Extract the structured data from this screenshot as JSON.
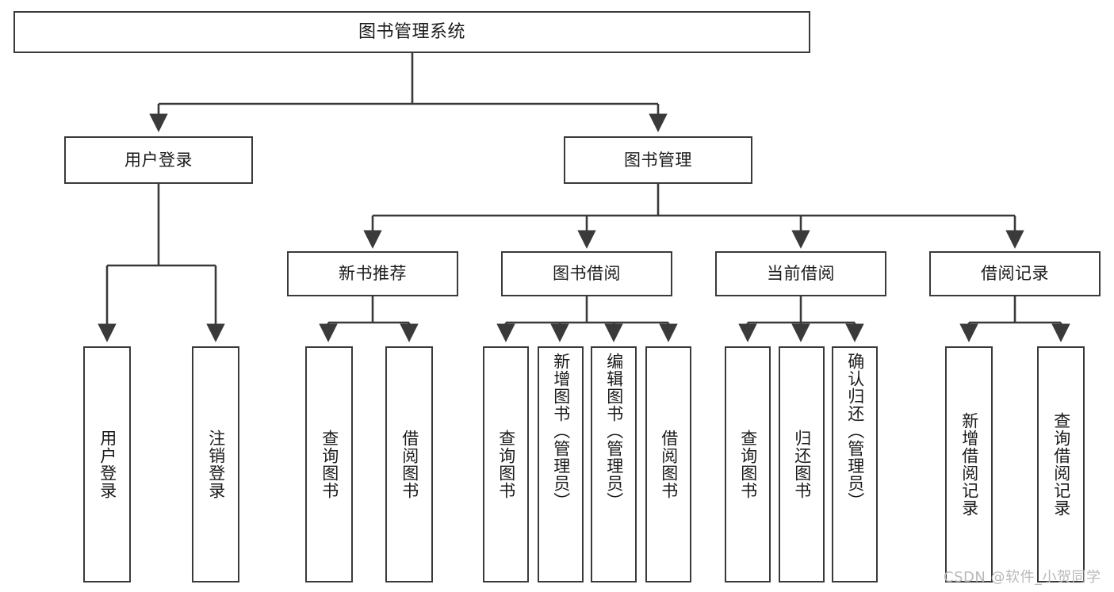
{
  "diagram": {
    "title": "图书管理系统",
    "type": "功能结构图",
    "root": {
      "label": "图书管理系统"
    },
    "level2": [
      {
        "label": "用户登录"
      },
      {
        "label": "图书管理"
      }
    ],
    "level3": [
      {
        "label": "新书推荐"
      },
      {
        "label": "图书借阅"
      },
      {
        "label": "当前借阅"
      },
      {
        "label": "借阅记录"
      }
    ],
    "leaves": {
      "user_login": [
        {
          "label": "用户登录"
        },
        {
          "label": "注销登录"
        }
      ],
      "new_book_recommend": [
        {
          "label": "查询图书"
        },
        {
          "label": "借阅图书"
        }
      ],
      "book_borrow": [
        {
          "label": "查询图书"
        },
        {
          "label": "新增图书（管理员）"
        },
        {
          "label": "编辑图书（管理员）"
        },
        {
          "label": "借阅图书"
        }
      ],
      "current_borrow": [
        {
          "label": "查询图书"
        },
        {
          "label": "归还图书"
        },
        {
          "label": "确认归还（管理员）"
        }
      ],
      "borrow_record": [
        {
          "label": "新增借阅记录"
        },
        {
          "label": "查询借阅记录"
        }
      ]
    },
    "watermark": "CSDN @软件_小贺同学",
    "colors": {
      "stroke": "#3a3a3a",
      "text": "#1a1a1a",
      "background": "#ffffff",
      "watermark": "#b9b9b9"
    }
  }
}
